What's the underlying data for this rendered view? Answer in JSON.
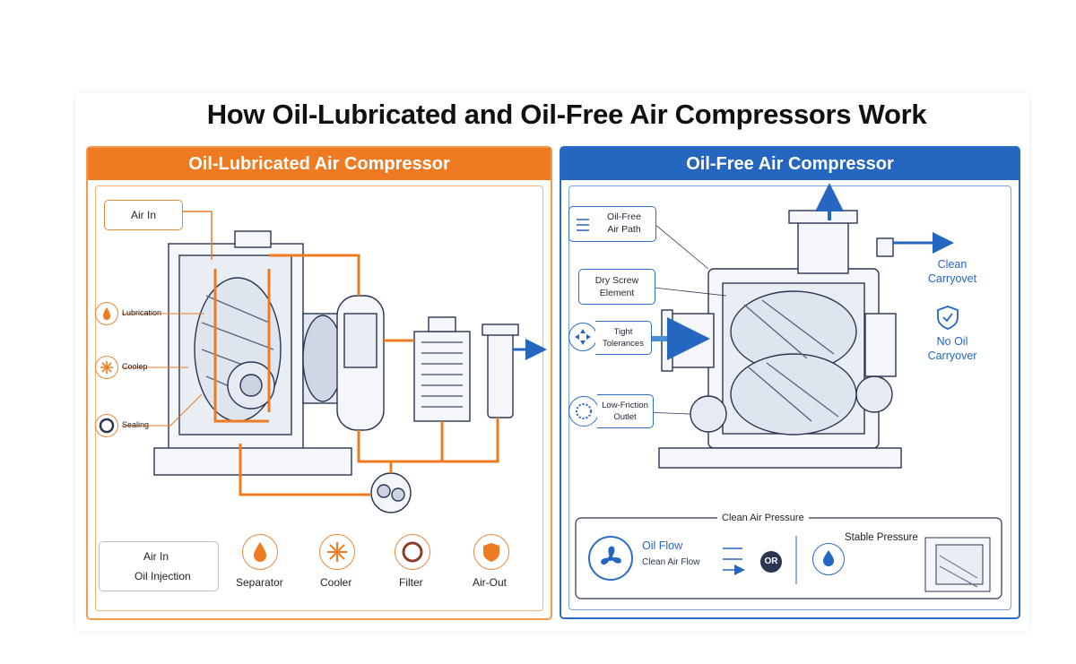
{
  "title": "How Oil-Lubricated and Oil-Free Air Compressors Work",
  "colors": {
    "orange": "#ee7b22",
    "blue": "#2566c1",
    "dark": "#2a3550"
  },
  "left_panel": {
    "header": "Oil-Lubricated Air Compressor",
    "air_in_label": "Air In",
    "callouts": [
      {
        "label": "Lubrication",
        "icon": "oil-drop-icon"
      },
      {
        "label": "Coolep",
        "icon": "snowflake-icon"
      },
      {
        "label": "Sealing",
        "icon": "ring-icon"
      }
    ],
    "legend": [
      {
        "label": "Air In",
        "icon": "orange-arrow-icon"
      },
      {
        "label": "Oil Injection",
        "icon": "blue-arrow-icon"
      }
    ],
    "components": [
      {
        "label": "Separator",
        "icon": "oil-drop-icon"
      },
      {
        "label": "Cooler",
        "icon": "snowflake-icon"
      },
      {
        "label": "Filter",
        "icon": "ring-icon"
      },
      {
        "label": "Air-Out",
        "icon": "shield-icon"
      }
    ]
  },
  "right_panel": {
    "header": "Oil-Free Air Compressor",
    "callouts": [
      {
        "line1": "Oil-Free",
        "line2": "Air Path",
        "icon": "air-path-icon"
      },
      {
        "line1": "Dry Screw",
        "line2": "Element",
        "icon": ""
      },
      {
        "line1": "Tight",
        "line2": "Tolerances",
        "icon": "compass-arrows-icon"
      },
      {
        "line1": "Low-Friction",
        "line2": "Outlet",
        "icon": "dotted-circle-icon"
      }
    ],
    "clean_label": "Clean\nCarryovet",
    "no_oil_label": "No Oil\nCarryover",
    "bottom_box": {
      "title": "Clean Air Pressure",
      "oil_flow": "Oil Flow",
      "oil_flow_sub": "Clean Air Flow",
      "or_label": "OR",
      "stable_pressure": "Stable Pressure"
    }
  }
}
